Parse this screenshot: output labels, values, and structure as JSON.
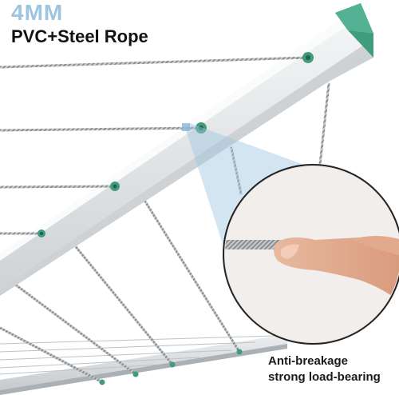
{
  "header": {
    "title": "4MM",
    "subtitle": "PVC+Steel Rope"
  },
  "callout": {
    "line1": "Anti-breakage",
    "line2": "strong load-bearing"
  },
  "colors": {
    "accent_green": "#3f9c7c",
    "title_blue": "#9ec5df",
    "frame_grey": "#d9dcdf",
    "rope_grey": "#7f8386"
  },
  "icons": [
    "magnifier-lens",
    "finger-holding-rope"
  ]
}
